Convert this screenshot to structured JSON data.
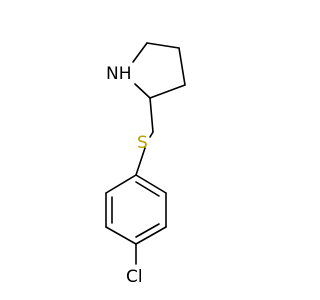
{
  "molecule": {
    "atoms": {
      "nitrogen": "NH",
      "sulfur": "S",
      "chlorine": "Cl"
    },
    "colors": {
      "bond": "#000000",
      "sulfur": "#b8a000",
      "nitrogen": "#000000",
      "chlorine": "#000000"
    }
  }
}
